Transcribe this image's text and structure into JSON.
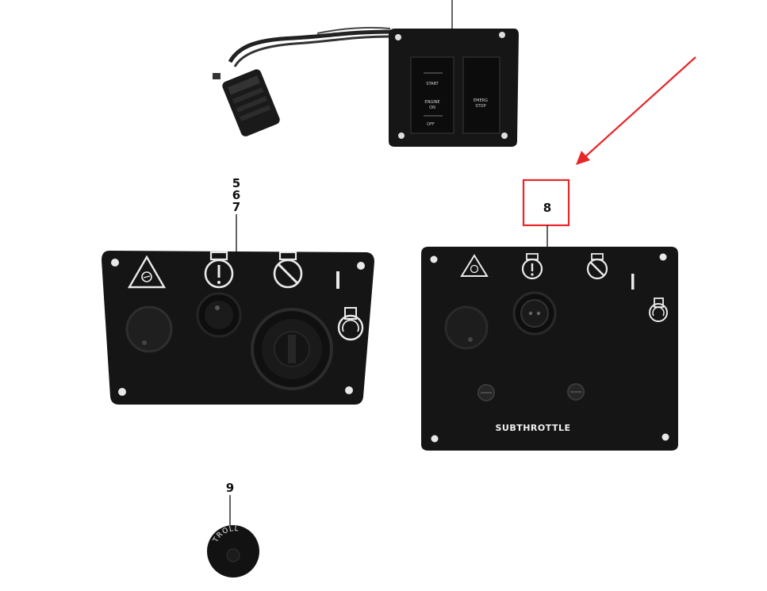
{
  "callouts": {
    "part_5": "5",
    "part_6": "6",
    "part_7": "7",
    "part_8": "8",
    "part_9": "9"
  },
  "top_panel": {
    "switch_start": "START",
    "switch_engine": "ENGINE",
    "switch_on": "ON",
    "switch_off": "OFF",
    "switch_emerg": "EMERG",
    "switch_stop": "STOP"
  },
  "right_panel": {
    "label": "SUBTHROTTLE"
  },
  "troll_knob": {
    "label": "TROLL"
  },
  "colors": {
    "panel": "#151515",
    "highlight": "#e8262a",
    "line": "#111111"
  },
  "icons": {
    "warning": "engine-warning-triangle-icon",
    "alert": "alert-exclamation-icon",
    "no_fuel": "fuel-prohibited-icon",
    "indicator_bar": "indicator-bar-icon",
    "rotation": "rotation-key-icon"
  }
}
